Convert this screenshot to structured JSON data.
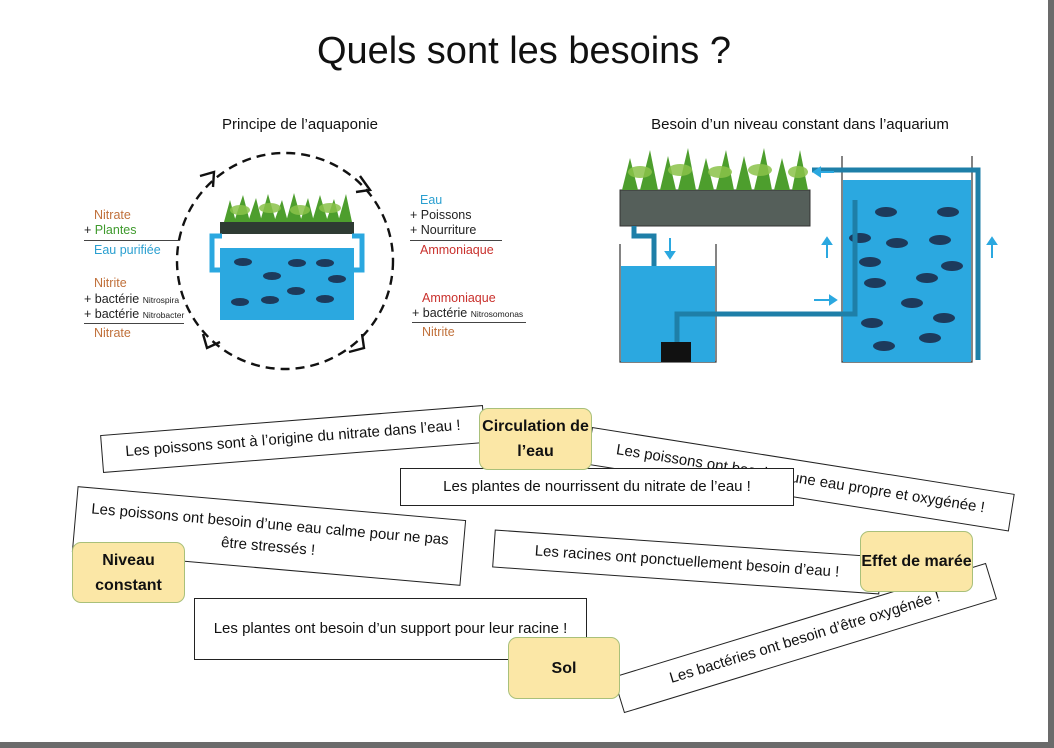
{
  "title": "Quels sont les besoins ?",
  "figure_left": {
    "caption": "Principe de l’aquaponie",
    "left_cycle": {
      "top": {
        "l1": "Nitrate",
        "l2_plus": "+",
        "l2": "Plantes",
        "result": "Eau purifiée"
      },
      "bottom": {
        "l1": "Nitrite",
        "l2_plus": "+ bactérie",
        "l2_small": "Nitrospira",
        "l3_plus": "+ bactérie",
        "l3_small": "Nitrobacter",
        "result": "Nitrate"
      }
    },
    "right_cycle": {
      "top": {
        "l1": "Eau",
        "l2": "+ Poissons",
        "l3": "+ Nourriture",
        "result": "Ammoniaque"
      },
      "bottom": {
        "l1": "Ammoniaque",
        "l2_plus": "+ bactérie",
        "l2_small": "Nitrosomonas",
        "result": "Nitrite"
      }
    }
  },
  "figure_right": {
    "caption": "Besoin d’un niveau constant dans l’aquarium"
  },
  "cards": [
    "Les poissons sont à l’origine du nitrate dans l’eau !",
    "Les poissons ont besoin d’une eau propre et oxygénée !",
    "Les plantes de nourrissent du nitrate de l’eau !",
    "Les poissons ont besoin d’une eau calme pour ne pas être stressés !",
    "Les racines ont ponctuellement besoin d’eau !",
    "Les plantes ont besoin d’un support pour leur racine !",
    "Les bactéries ont besoin d’être oxygénée !"
  ],
  "tags": {
    "circulation": "Circulation de l’eau",
    "niveau": "Niveau constant",
    "maree": "Effet de marée",
    "sol": "Sol"
  },
  "colors": {
    "water": "#2ba8e0",
    "pipe": "#1e7fa8",
    "plant": "#3f9a2d",
    "tag_fill": "#fbe7a6",
    "nitrate_text": "#c0703a",
    "ammonia_text": "#c9302c"
  }
}
